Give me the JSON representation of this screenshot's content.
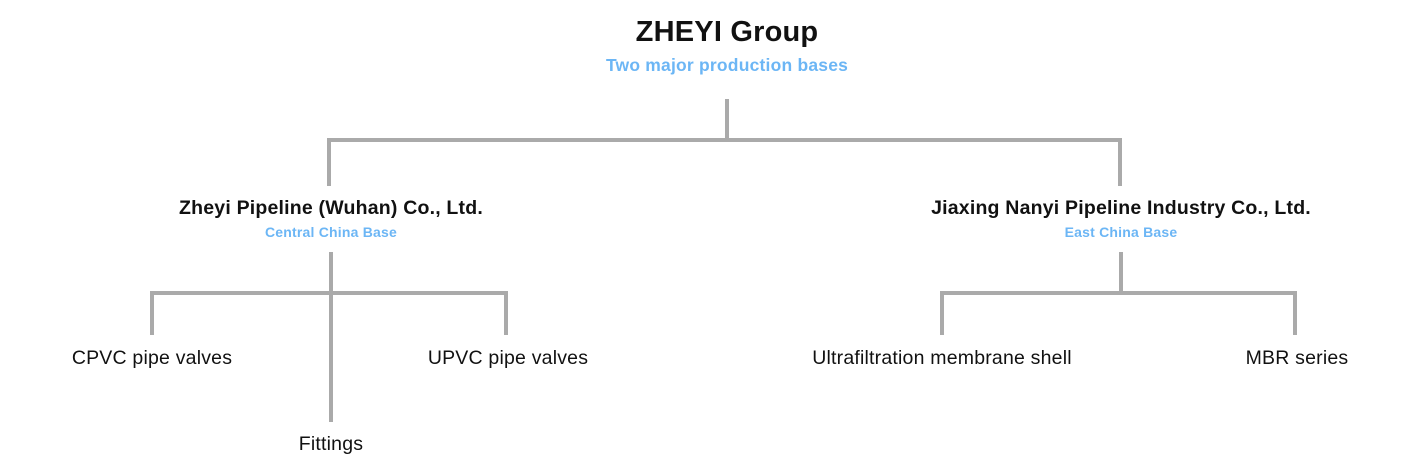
{
  "chart_data": {
    "type": "diagram",
    "diagram_type": "organizational-tree",
    "title": "ZHEYI Group",
    "subtitle": "Two major production bases",
    "line_color": "#aaaaaa",
    "accent_color": "#6cb6f5",
    "text_color": "#111111",
    "background_color": "#ffffff",
    "nodes": [
      {
        "id": "root",
        "label": "ZHEYI Group",
        "sublabel": "Two major production bases",
        "level": 0
      },
      {
        "id": "wuhan",
        "label": "Zheyi Pipeline (Wuhan) Co., Ltd.",
        "sublabel": "Central China Base",
        "level": 1,
        "parent": "root"
      },
      {
        "id": "jiaxing",
        "label": "Jiaxing Nanyi Pipeline Industry Co., Ltd.",
        "sublabel": "East China Base",
        "level": 1,
        "parent": "root"
      },
      {
        "id": "cpvc",
        "label": "CPVC pipe valves",
        "level": 2,
        "parent": "wuhan"
      },
      {
        "id": "fittings",
        "label": "Fittings",
        "level": 2,
        "parent": "wuhan"
      },
      {
        "id": "upvc",
        "label": "UPVC pipe valves",
        "level": 2,
        "parent": "wuhan"
      },
      {
        "id": "uf",
        "label": "Ultrafiltration membrane shell",
        "level": 2,
        "parent": "jiaxing"
      },
      {
        "id": "mbr",
        "label": "MBR series",
        "level": 2,
        "parent": "jiaxing"
      }
    ],
    "edges": [
      {
        "from": "root",
        "to": "wuhan"
      },
      {
        "from": "root",
        "to": "jiaxing"
      },
      {
        "from": "wuhan",
        "to": "cpvc"
      },
      {
        "from": "wuhan",
        "to": "fittings"
      },
      {
        "from": "wuhan",
        "to": "upvc"
      },
      {
        "from": "jiaxing",
        "to": "uf"
      },
      {
        "from": "jiaxing",
        "to": "mbr"
      }
    ]
  },
  "root": {
    "title": "ZHEYI Group",
    "subtitle": "Two major production bases"
  },
  "companies": [
    {
      "title": "Zheyi Pipeline (Wuhan) Co., Ltd.",
      "subtitle": "Central China Base"
    },
    {
      "title": "Jiaxing Nanyi Pipeline Industry Co., Ltd.",
      "subtitle": "East China Base"
    }
  ],
  "products": {
    "cpvc": "CPVC pipe valves",
    "upvc": "UPVC pipe valves",
    "fittings": "Fittings",
    "ultrafiltration": "Ultrafiltration membrane shell",
    "mbr": "MBR series"
  }
}
